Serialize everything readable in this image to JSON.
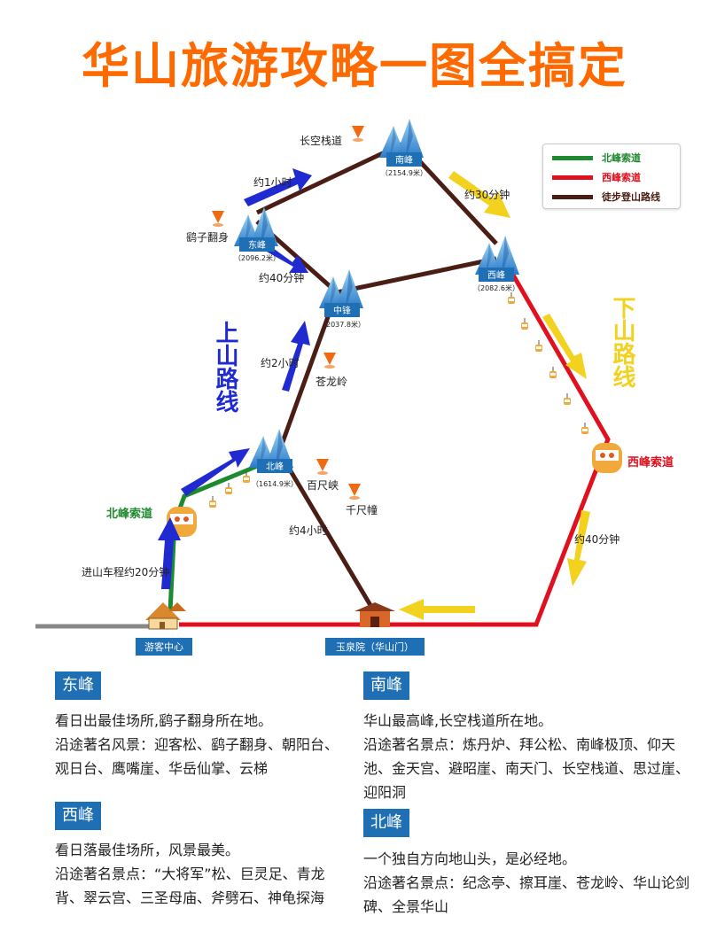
{
  "title": "华山旅游攻略一图全搞定",
  "legend": [
    {
      "label": "北峰索道",
      "color": "#1e8a2e"
    },
    {
      "label": "西峰索道",
      "color": "#e0101e"
    },
    {
      "label": "徒步登山路线",
      "color": "#4a1e14"
    }
  ],
  "peaks": {
    "south": {
      "name": "南峰",
      "elev": "（2154.9米）"
    },
    "east": {
      "name": "东峰",
      "elev": "（2096.2米）"
    },
    "middle": {
      "name": "中锋",
      "elev": "（2037.8米）"
    },
    "west": {
      "name": "西峰",
      "elev": "（2082.6米）"
    },
    "north": {
      "name": "北峰",
      "elev": "（1614.9米）"
    }
  },
  "spots": {
    "changkong": "长空栈道",
    "yaozi": "鹞子翻身",
    "canglong": "苍龙岭",
    "baichi": "百尺峡",
    "qianchi": "千尺幢"
  },
  "times": {
    "t1h": "约1小时",
    "t30m": "约30分钟",
    "t40m_east": "约40分钟",
    "t2h": "约2小时",
    "t4h": "约4小时",
    "t40m_west": "约40分钟",
    "bus": "进山车程约20分钟"
  },
  "ropeways": {
    "north": "北峰索道",
    "west": "西峰索道"
  },
  "vertical": {
    "up": "上山路线",
    "down": "下山路线"
  },
  "places": {
    "visitor": "游客中心",
    "gate": "玉泉院（华山门）"
  },
  "info": {
    "east": {
      "tag": "东峰",
      "line1": "看日出最佳场所,鹞子翻身所在地。",
      "line2": "沿途著名风景：迎客松、鹞子翻身、朝阳台、观日台、鹰嘴崖、华岳仙掌、云梯"
    },
    "south": {
      "tag": "南峰",
      "line1": "华山最高峰,长空栈道所在地。",
      "line2": "沿途著名景点：炼丹炉、拜公松、南峰极顶、仰天池、金天宫、避昭崖、南天门、长空栈道、思过崖、迎阳洞"
    },
    "west": {
      "tag": "西峰",
      "line1": "看日落最佳场所，风景最美。",
      "line2": "沿途著名景点：“大将军”松、巨灵足、青龙背、翠云宫、三圣母庙、斧劈石、神龟探海"
    },
    "north": {
      "tag": "北峰",
      "line1": "一个独自方向地山头，是必经地。",
      "line2": "沿途著名景点：纪念亭、擦耳崖、苍龙岭、华山论剑碑、全景华山"
    }
  }
}
